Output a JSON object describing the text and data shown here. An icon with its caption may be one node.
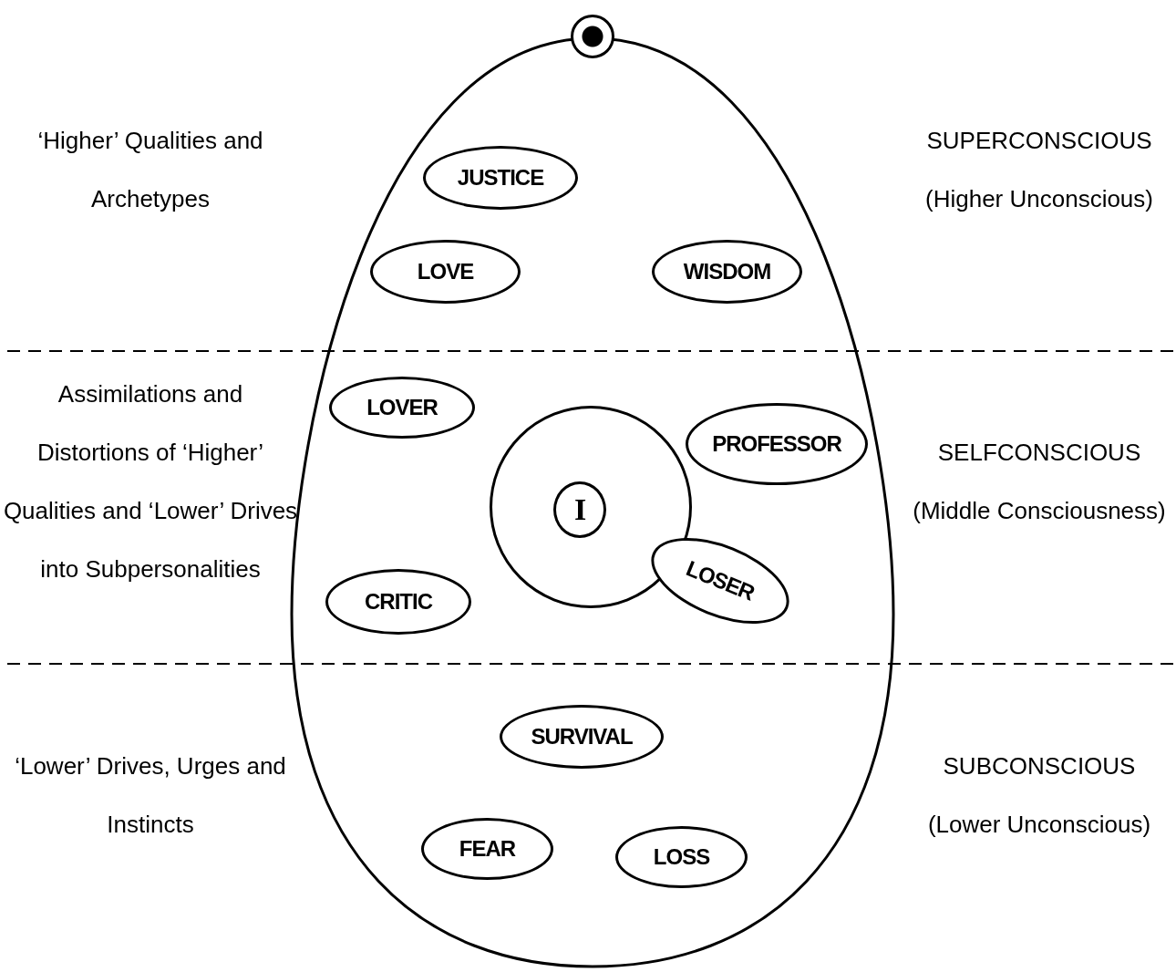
{
  "diagram": {
    "nodes": [
      {
        "text": [],
        "shape": "ellipse"
      },
      {
        "text": [],
        "shape": "circle"
      },
      {
        "text": [
          "JUSTICE"
        ],
        "in": 0
      },
      {
        "text": [
          "LOVE"
        ],
        "in": 0
      },
      {
        "text": [
          "WISDOM"
        ],
        "in": 0
      },
      {
        "text": [
          "LOVER"
        ],
        "in": 0
      },
      {
        "text": [
          "PROFESSOR"
        ],
        "in": 0
      },
      {
        "text": [],
        "shape": "circle",
        "in": 0
      },
      {
        "text": [
          "I"
        ],
        "in": 7
      },
      {
        "text": [
          "LOSER"
        ],
        "in": 0
      },
      {
        "text": [
          "CRITIC"
        ],
        "in": 0
      },
      {
        "text": [
          "SURVIVAL"
        ],
        "in": 0
      },
      {
        "text": [
          "FEAR"
        ],
        "in": 0
      },
      {
        "text": [
          "LOSS"
        ],
        "in": 0
      }
    ],
    "edges": [],
    "labels": [
      "‘Higher’ Qualities and Archetypes",
      "SUPERCONSCIOUS",
      "(Higher Unconscious)",
      "Assimilations and Distortions of ‘Higher’ Qualities and ‘Lower’ Drives into Subpersonalities",
      "SELFCONSCIOUS",
      "(Middle Consciousness)",
      "‘Lower’ Drives, Urges and Instincts",
      "SUBCONSCIOUS",
      "(Lower Unconscious)"
    ]
  }
}
